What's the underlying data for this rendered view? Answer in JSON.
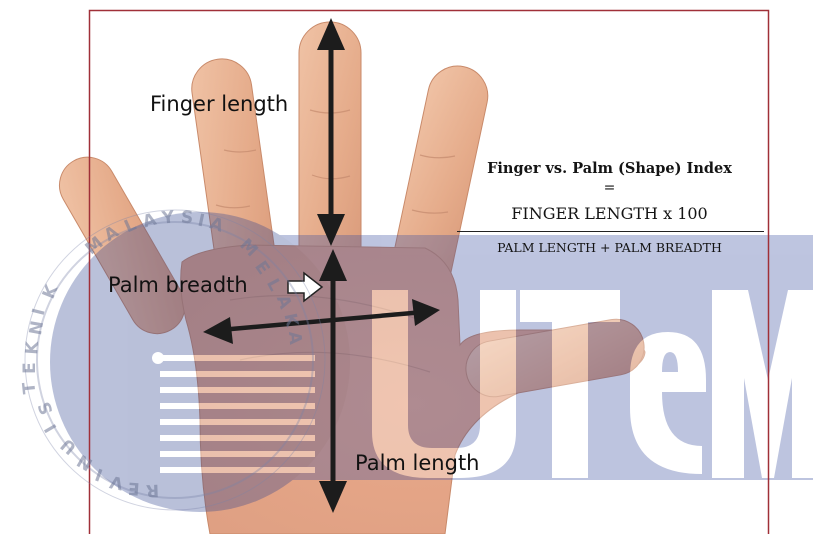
{
  "labels": {
    "finger_length": "Finger length",
    "palm_breadth": "Palm breadth",
    "palm_length": "Palm length"
  },
  "formula": {
    "title": "Finger vs. Palm (Shape) Index",
    "equals": "=",
    "numerator": "FINGER LENGTH x 100",
    "denominator": "PALM LENGTH + PALM BREADTH"
  },
  "watermark": {
    "logo_text": "UTeM",
    "seal_top_text": "MALAYSIA MELAKA",
    "seal_left_text": "TEKNIKAL",
    "seal_bottom_text": "UNIVERSITI"
  },
  "colors": {
    "frame": "#a03038",
    "arrow": "#1c1c1c",
    "watermark_blue": "#36489a",
    "skin": "#e9b394"
  }
}
